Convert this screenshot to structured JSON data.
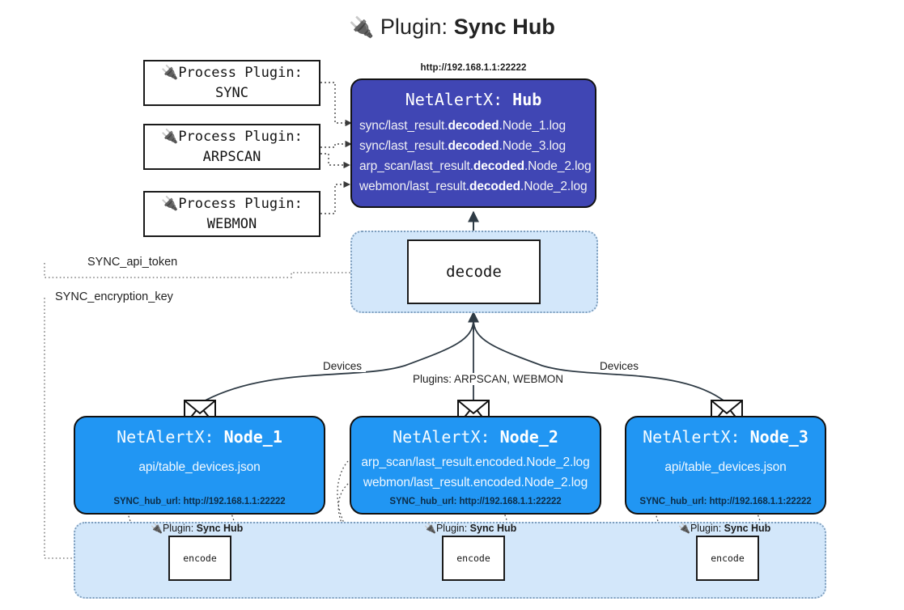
{
  "title": {
    "icon": "plug-icon",
    "prefix": "Plugin:",
    "name": "Sync Hub"
  },
  "process_plugins": [
    {
      "icon": "plug-icon",
      "line1": "Process Plugin:",
      "line2": "SYNC"
    },
    {
      "icon": "plug-icon",
      "line1": "Process Plugin:",
      "line2": "ARPSCAN"
    },
    {
      "icon": "plug-icon",
      "line1": "Process Plugin:",
      "line2": "WEBMON"
    }
  ],
  "hub": {
    "url": "http://192.168.1.1:22222",
    "title_prefix": "NetAlertX:",
    "title_name": "Hub",
    "logs": [
      {
        "pre": "sync/last_result.",
        "em": "decoded",
        "post": ".Node_1.log"
      },
      {
        "pre": "sync/last_result.",
        "em": "decoded",
        "post": ".Node_3.log"
      },
      {
        "pre": "arp_scan/last_result.",
        "em": "decoded",
        "post": ".Node_2.log"
      },
      {
        "pre": "webmon/last_result.",
        "em": "decoded",
        "post": ".Node_2.log"
      }
    ]
  },
  "decode": {
    "label": "decode"
  },
  "tokens": [
    {
      "label": "SYNC_api_token"
    },
    {
      "label": "SYNC_encryption_key"
    }
  ],
  "edge_labels": {
    "devices_left": "Devices",
    "devices_right": "Devices",
    "plugins_center": "Plugins: ARPSCAN, WEBMON"
  },
  "nodes": [
    {
      "title_prefix": "NetAlertX:",
      "title_name": "Node_1",
      "lines": [
        "api/table_devices.json"
      ],
      "footer": "SYNC_hub_url: http://192.168.1.1:22222",
      "icon": "envelope-icon"
    },
    {
      "title_prefix": "NetAlertX:",
      "title_name": "Node_2",
      "lines": [
        "arp_scan/last_result.encoded.Node_2.log",
        "webmon/last_result.encoded.Node_2.log"
      ],
      "footer": "SYNC_hub_url: http://192.168.1.1:22222",
      "icon": "envelope-icon"
    },
    {
      "title_prefix": "NetAlertX:",
      "title_name": "Node_3",
      "lines": [
        "api/table_devices.json"
      ],
      "footer": "SYNC_hub_url: http://192.168.1.1:22222",
      "icon": "envelope-icon"
    }
  ],
  "encoders": [
    {
      "caption_prefix": "Plugin:",
      "caption_name": "Sync Hub",
      "label": "encode",
      "icon": "plug-icon"
    },
    {
      "caption_prefix": "Plugin:",
      "caption_name": "Sync Hub",
      "label": "encode",
      "icon": "plug-icon"
    },
    {
      "caption_prefix": "Plugin:",
      "caption_name": "Sync Hub",
      "label": "encode",
      "icon": "plug-icon"
    }
  ],
  "colors": {
    "hub_fill": "#4046b4",
    "node_fill": "#2196f3",
    "group_fill": "#d3e7fa",
    "group_border": "#7f9fbe",
    "stroke": "#2f3b45"
  }
}
